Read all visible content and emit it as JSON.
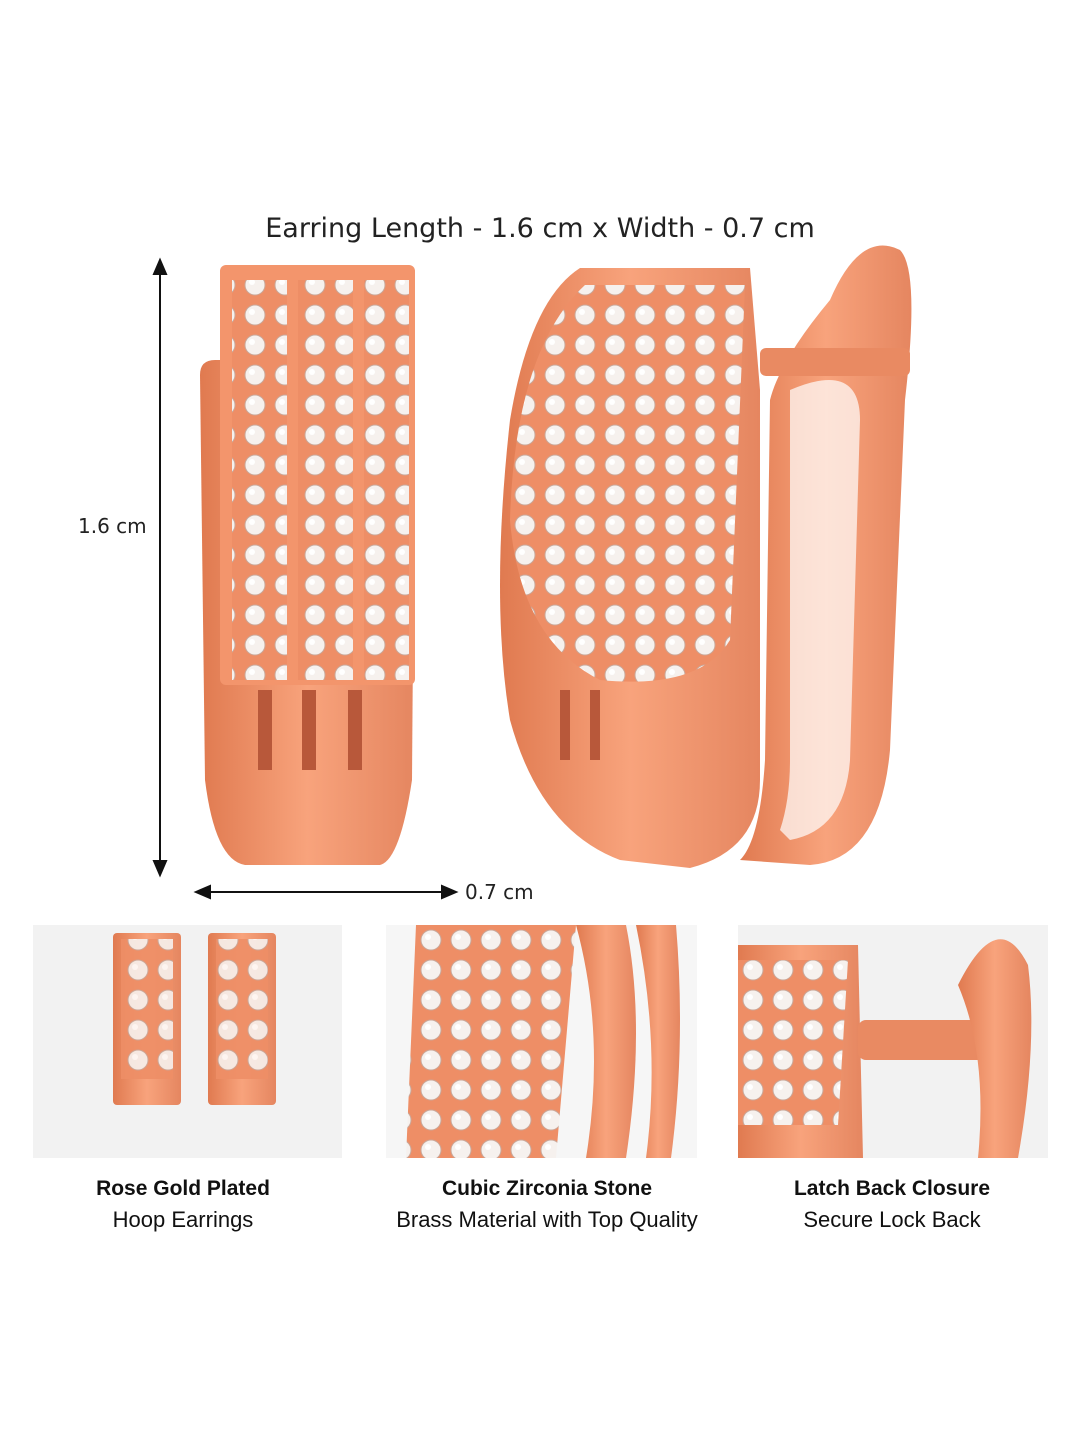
{
  "title": "Earring Length - 1.6 cm x Width - 0.7 cm",
  "dimensions": {
    "length_label": "1.6 cm",
    "width_label": "0.7 cm"
  },
  "features": [
    {
      "title": "Rose Gold Plated",
      "subtitle": "Hoop Earrings"
    },
    {
      "title": "Cubic Zirconia Stone",
      "subtitle": "Brass Material with Top Quality"
    },
    {
      "title": "Latch Back Closure",
      "subtitle": "Secure Lock Back"
    }
  ],
  "colors": {
    "rose_gold": "#f0926a",
    "rose_dark": "#d9714a",
    "highlight": "#ffd3bd",
    "stone": "#f7f3f0"
  }
}
